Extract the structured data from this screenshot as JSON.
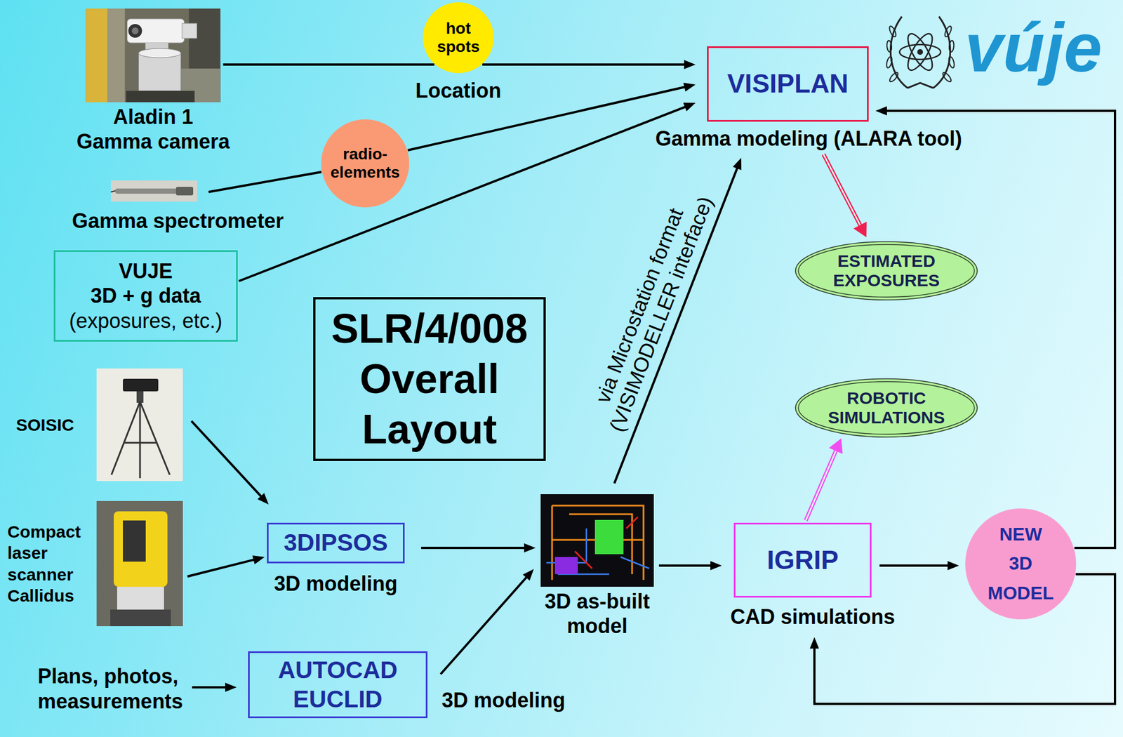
{
  "diagram": {
    "title": "SLR/4/008 Overall Layout",
    "nodes": [
      {
        "text": [
          "Aladin 1 Gamma camera"
        ]
      },
      {
        "text": [
          "hot spots",
          "Location"
        ]
      },
      {
        "text": [
          "VISIPLAN",
          "Gamma modeling (ALARA tool)"
        ]
      },
      {
        "text": [
          "Gamma spectrometer"
        ]
      },
      {
        "text": [
          "radio-elements"
        ]
      },
      {
        "text": [
          "VUJE",
          "3D + g data",
          "(exposures, etc.)"
        ]
      },
      {
        "text": [
          "ESTIMATED EXPOSURES"
        ]
      },
      {
        "text": [
          "ROBOTIC SIMULATIONS"
        ]
      },
      {
        "text": [
          "SOISIC"
        ]
      },
      {
        "text": [
          "Compact laser scanner Callidus"
        ]
      },
      {
        "text": [
          "3DIPSOS",
          "3D modeling"
        ]
      },
      {
        "text": [
          "3D as-built model"
        ]
      },
      {
        "text": [
          "IGRIP",
          "CAD simulations"
        ]
      },
      {
        "text": [
          "NEW 3D MODEL"
        ]
      },
      {
        "text": [
          "Plans, photos, measurements"
        ]
      },
      {
        "text": [
          "AUTOCAD EUCLID",
          "3D modeling"
        ]
      }
    ],
    "edges": [
      {
        "from": 0,
        "to": 1,
        "arrow": "none"
      },
      {
        "from": 1,
        "to": 2,
        "arrow": "to"
      },
      {
        "from": 3,
        "to": 4,
        "arrow": "none"
      },
      {
        "from": 4,
        "to": 2,
        "arrow": "to"
      },
      {
        "from": 5,
        "to": 2,
        "arrow": "to"
      },
      {
        "from": 2,
        "to": 6,
        "arrow": "to"
      },
      {
        "from": 8,
        "to": 10,
        "arrow": "to"
      },
      {
        "from": 9,
        "to": 10,
        "arrow": "to"
      },
      {
        "from": 14,
        "to": 15,
        "arrow": "to"
      },
      {
        "from": 10,
        "to": 11,
        "arrow": "to"
      },
      {
        "from": 15,
        "to": 11,
        "arrow": "to"
      },
      {
        "from": 11,
        "to": 2,
        "arrow": "to",
        "label": "via Microstation format (VISIMODELLER interface)"
      },
      {
        "from": 11,
        "to": 12,
        "arrow": "to"
      },
      {
        "from": 12,
        "to": 7,
        "arrow": "to"
      },
      {
        "from": 12,
        "to": 13,
        "arrow": "to"
      },
      {
        "from": 13,
        "to": 2,
        "arrow": "to"
      },
      {
        "from": 13,
        "to": 12,
        "arrow": "to"
      }
    ],
    "labels": [
      "vúje"
    ]
  }
}
